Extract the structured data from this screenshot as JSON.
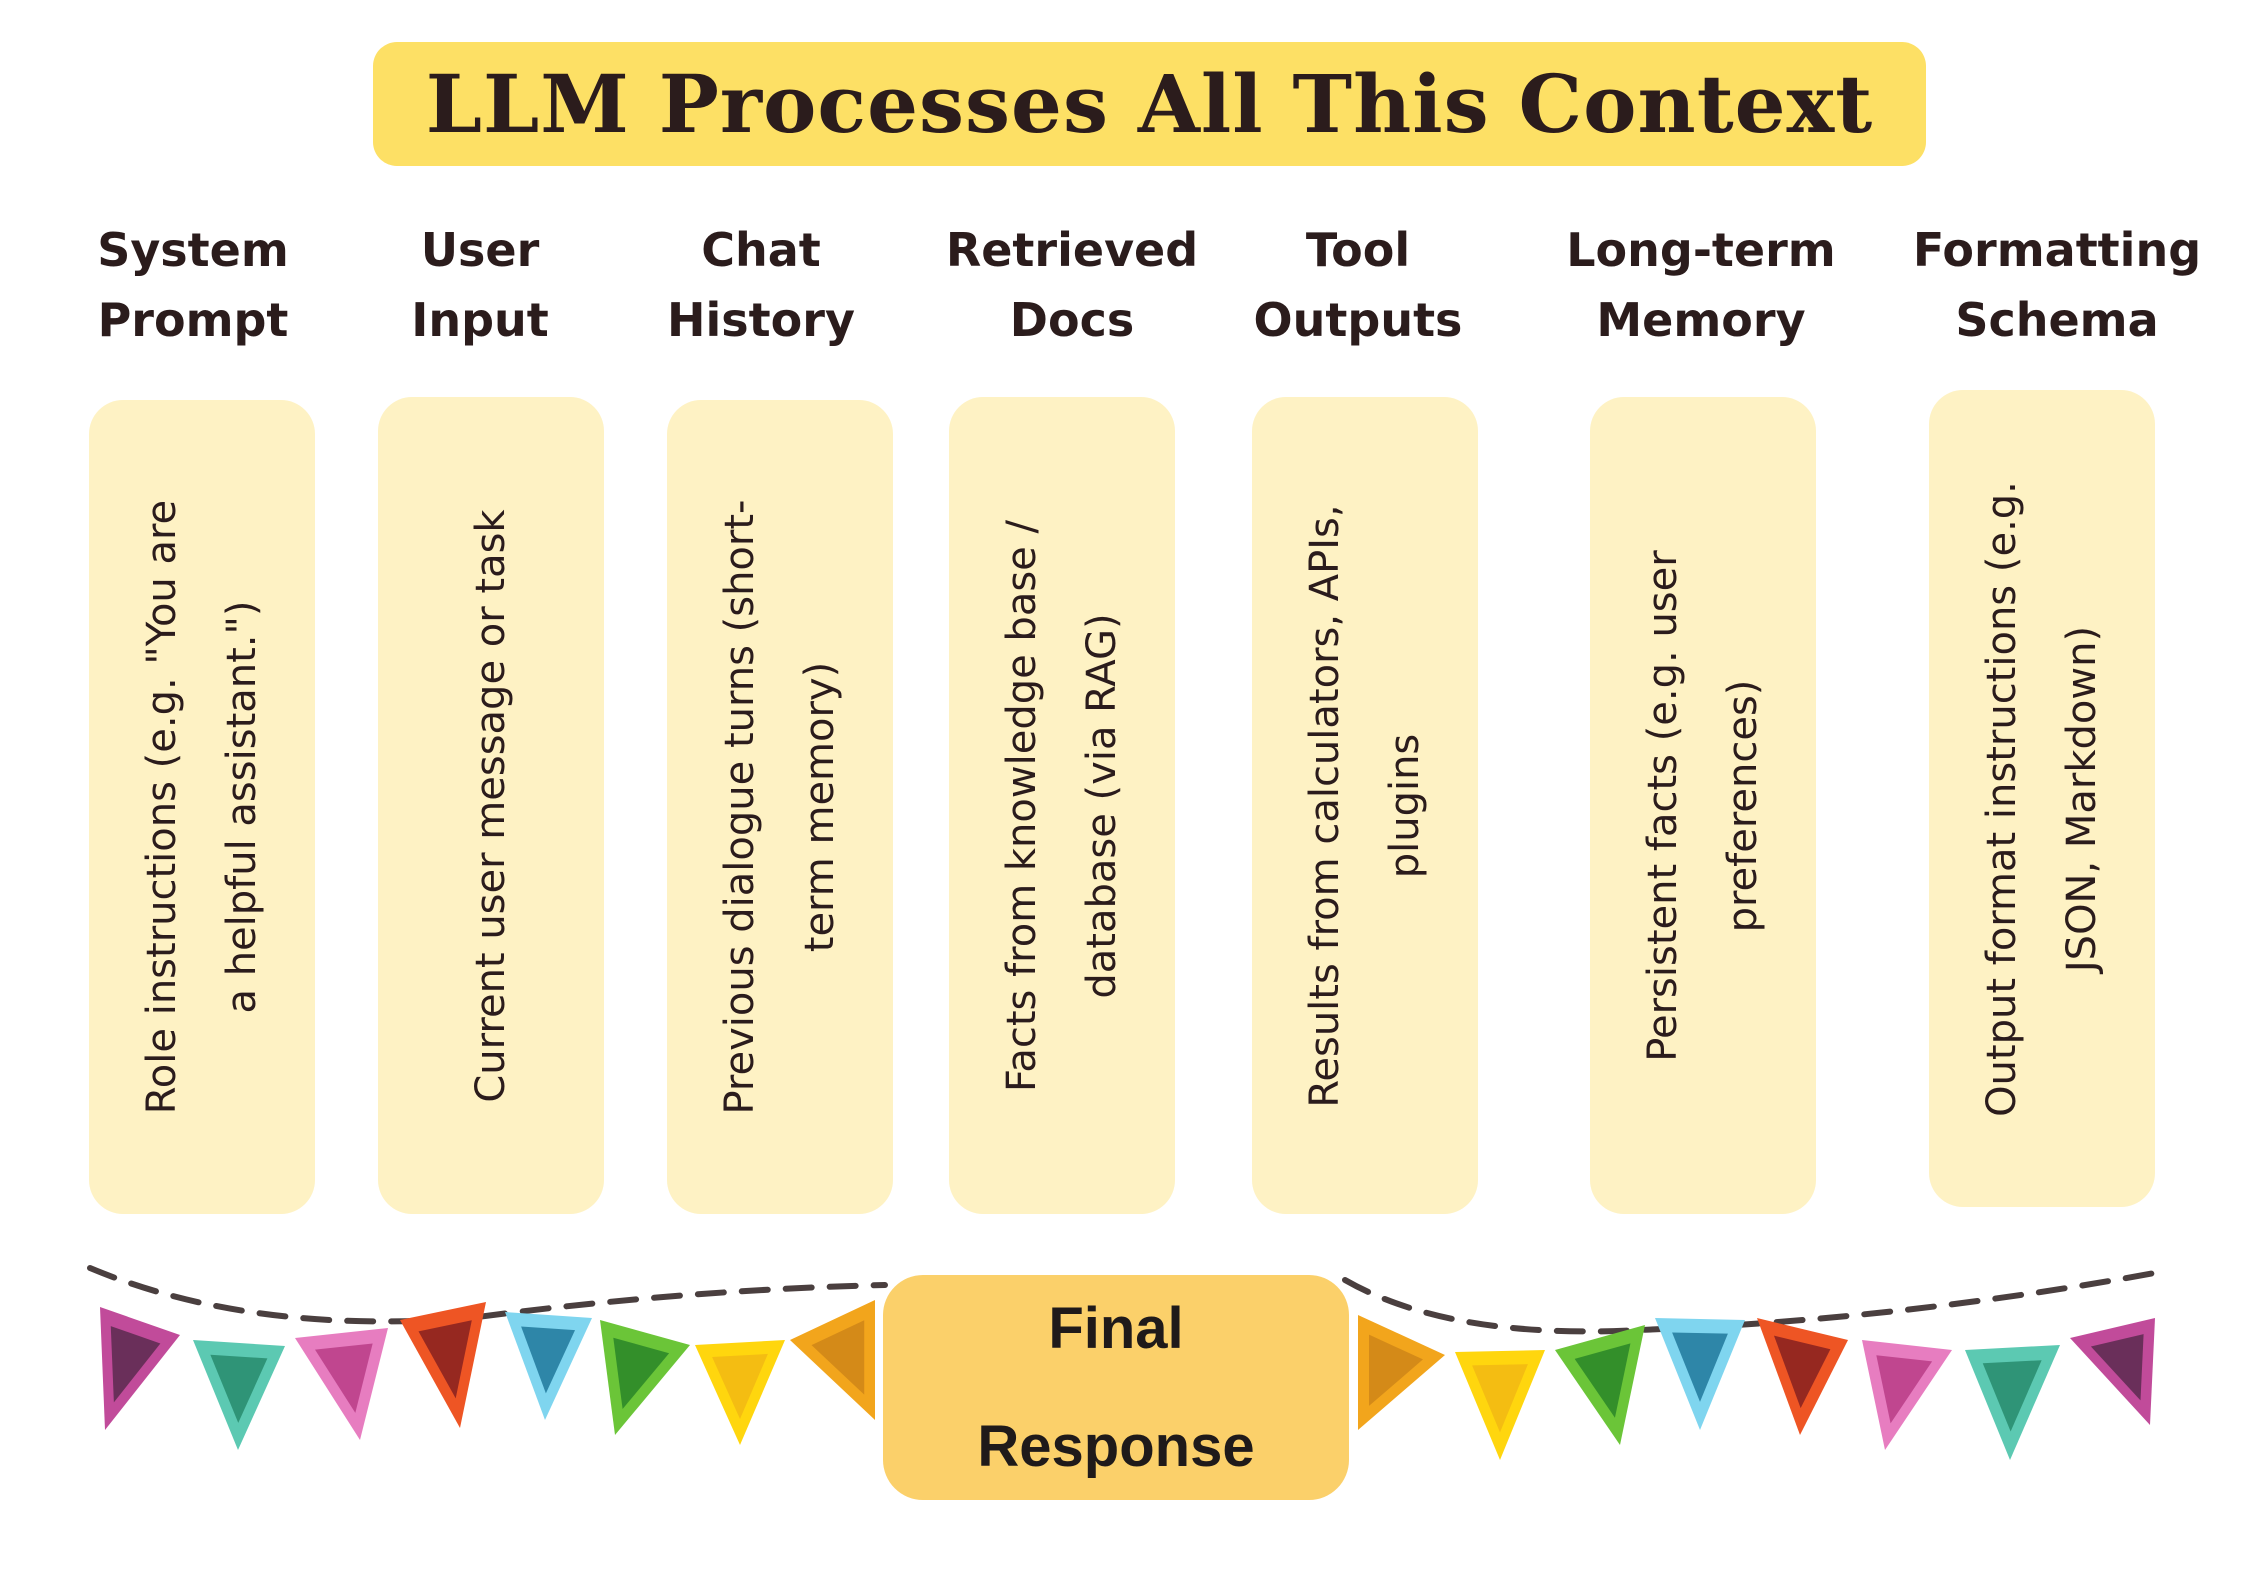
{
  "title": "LLM Processes All This Context",
  "columns": [
    {
      "heading": [
        "System",
        "Prompt"
      ],
      "text": "Role instructions (e.g. \"You are a helpful assistant.\")"
    },
    {
      "heading": [
        "User",
        "Input"
      ],
      "text": "Current user message or task"
    },
    {
      "heading": [
        "Chat",
        "History"
      ],
      "text": "Previous dialogue turns (short-term memory)"
    },
    {
      "heading": [
        "Retrieved",
        "Docs"
      ],
      "text": "Facts from knowledge base / database (via RAG)"
    },
    {
      "heading": [
        "Tool",
        "Outputs"
      ],
      "text": "Results from calculators, APIs, plugins"
    },
    {
      "heading": [
        "Long-term",
        "Memory"
      ],
      "text": "Persistent facts (e.g. user preferences)"
    },
    {
      "heading": [
        "Formatting",
        "Schema"
      ],
      "text": "Output format instructions (e.g. JSON, Markdown)"
    }
  ],
  "final": [
    "Final",
    "Response"
  ],
  "colors": {
    "title_bg": "#fde065",
    "card_bg": "#fef2c4",
    "final_bg": "#fbd06a",
    "text": "#2b1c1c",
    "string": "#4a3f3f"
  },
  "pennants": [
    {
      "outer": "#c14b9a",
      "inner": "#6a2f5a"
    },
    {
      "outer": "#5cc9b2",
      "inner": "#2f9477"
    },
    {
      "outer": "#e77dc0",
      "inner": "#c0468f"
    },
    {
      "outer": "#ee5524",
      "inner": "#962820"
    },
    {
      "outer": "#7fd5ef",
      "inner": "#2e86a8"
    },
    {
      "outer": "#6bc538",
      "inner": "#338f2a"
    },
    {
      "outer": "#ffd60e",
      "inner": "#f4bd12"
    },
    {
      "outer": "#f2a51c",
      "inner": "#d48a18"
    },
    {
      "outer": "#f2a51c",
      "inner": "#d48a18"
    },
    {
      "outer": "#ffd60e",
      "inner": "#f4bd12"
    },
    {
      "outer": "#6bc538",
      "inner": "#338f2a"
    },
    {
      "outer": "#7fd5ef",
      "inner": "#2e86a8"
    },
    {
      "outer": "#ee5524",
      "inner": "#962820"
    },
    {
      "outer": "#e77dc0",
      "inner": "#c0468f"
    },
    {
      "outer": "#5cc9b2",
      "inner": "#2f9477"
    },
    {
      "outer": "#c14b9a",
      "inner": "#6a2f5a"
    }
  ]
}
